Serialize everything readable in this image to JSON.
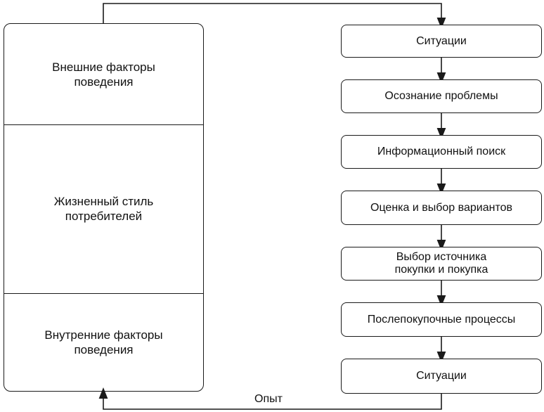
{
  "left_panel": {
    "sections": [
      "Внешние факторы\nповедения",
      "Жизненный стиль\nпотребителей",
      "Внутренние факторы\nповедения"
    ]
  },
  "process_steps": [
    "Ситуации",
    "Осознание проблемы",
    "Информационный поиск",
    "Оценка и выбор вариантов",
    "Выбор источника\nпокупки и покупка",
    "Послепокупочные процессы",
    "Ситуации"
  ],
  "feedback": {
    "label": "Опыт"
  },
  "colors": {
    "line": "#1a1a1a",
    "background": "#ffffff"
  }
}
